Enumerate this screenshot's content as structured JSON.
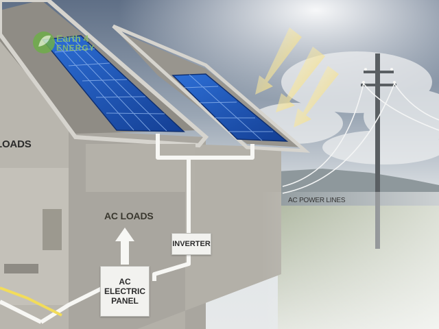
{
  "logo": {
    "line1": "Earth 4",
    "line2": "ENERGY",
    "icon": "leaf-icon"
  },
  "labels": {
    "loads_left": "LOADS",
    "ac_loads": "AC LOADS",
    "inverter": "INVERTER",
    "ac_panel_line1": "AC",
    "ac_panel_line2": "ELECTRIC",
    "ac_panel_line3": "PANEL",
    "ac_power_lines": "AC POWER LINES"
  },
  "colors": {
    "sky_top": "#6e7f93",
    "sky_light": "#e9ecef",
    "house_wall": "#b8b5ad",
    "house_dark": "#8f8c85",
    "roof_edge": "#d7d5cf",
    "solar_panel": "#1f56b8",
    "panel_grid": "#7aa6e8",
    "sun_arrow": "#f2dc7a",
    "wire": "#f7f7f4",
    "field": "#c9d3bd",
    "hills": "#8f9a9e"
  },
  "icons": [
    "sun-ray-arrow-icon",
    "power-pole-icon",
    "up-arrow-icon",
    "leaf-icon"
  ]
}
